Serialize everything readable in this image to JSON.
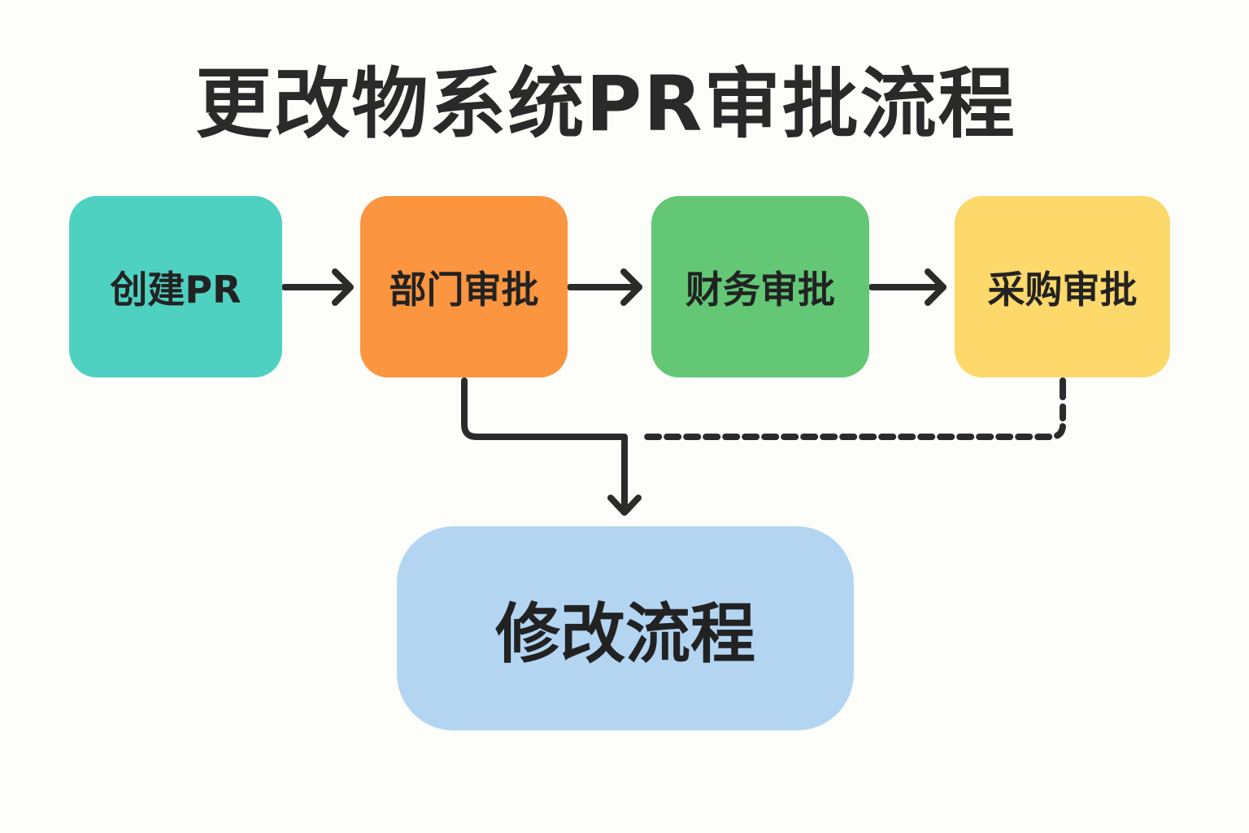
{
  "title": "更改物系统PR审批流程",
  "nodes": [
    {
      "id": "create",
      "label": "创建PR",
      "color": "#4fd1c1"
    },
    {
      "id": "dept",
      "label": "部门审批",
      "color": "#fb953f"
    },
    {
      "id": "finance",
      "label": "财务审批",
      "color": "#63c776"
    },
    {
      "id": "purchase",
      "label": "采购审批",
      "color": "#fdd86a"
    },
    {
      "id": "modify",
      "label": "修改流程",
      "color": "#b3d5f2"
    }
  ],
  "edges": [
    {
      "from": "create",
      "to": "dept",
      "style": "solid"
    },
    {
      "from": "dept",
      "to": "finance",
      "style": "solid"
    },
    {
      "from": "finance",
      "to": "purchase",
      "style": "solid"
    },
    {
      "from": "dept",
      "to": "modify",
      "style": "solid"
    },
    {
      "from": "purchase",
      "to": "modify",
      "style": "dashed"
    }
  ]
}
